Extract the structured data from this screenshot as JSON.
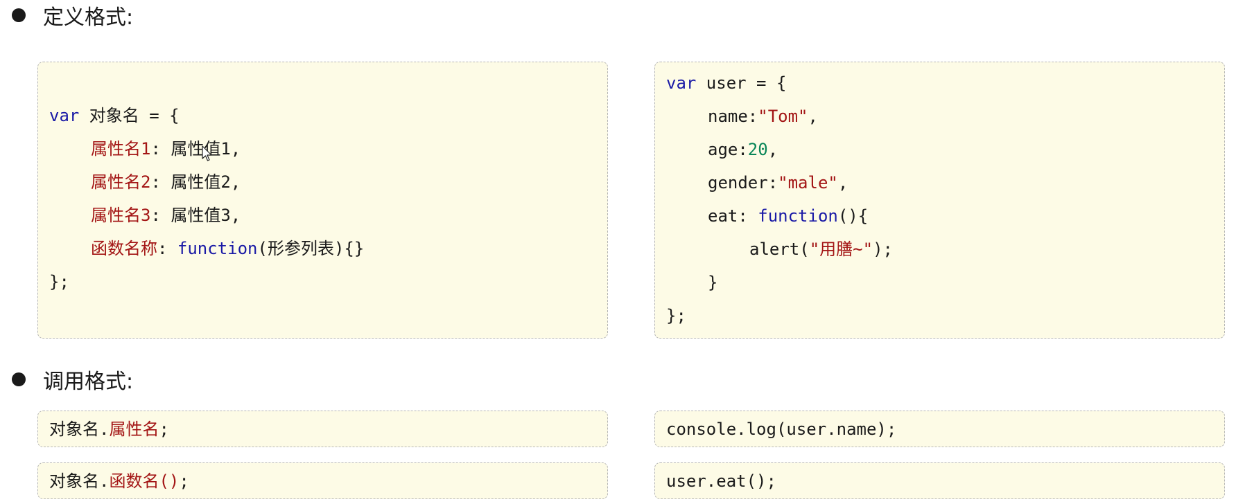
{
  "sections": {
    "definition": {
      "heading": "定义格式:"
    },
    "call": {
      "heading": "调用格式:"
    }
  },
  "template_block": {
    "lines": [
      {
        "kw": "var",
        "rest": " 对象名 = {"
      },
      {
        "attr": "属性名1",
        "rest": ": 属性值1,"
      },
      {
        "attr": "属性名2",
        "rest": ": 属性值2,"
      },
      {
        "attr": "属性名3",
        "rest": ": 属性值3,"
      },
      {
        "attr": "函数名称",
        "sep": ": ",
        "kw": "function",
        "rest": "(形参列表){}"
      },
      {
        "rest": "};"
      }
    ]
  },
  "example_block": {
    "l1": {
      "kw": "var",
      "rest": " user = {"
    },
    "l2": {
      "key": "name:",
      "val": "\"Tom\"",
      "tail": ","
    },
    "l3": {
      "key": "age:",
      "val": "20",
      "tail": ","
    },
    "l4": {
      "key": "gender:",
      "val": "\"male\"",
      "tail": ","
    },
    "l5": {
      "key": "eat: ",
      "kw": "function",
      "tail": "(){"
    },
    "l6": {
      "pre": "alert(",
      "val": "\"用膳~\"",
      "tail": ");"
    },
    "l7": {
      "text": "}"
    },
    "l8": {
      "text": "};"
    }
  },
  "call_blocks": {
    "prop_template": {
      "obj": "对象名.",
      "member": "属性名",
      "tail": ";"
    },
    "method_template": {
      "obj": "对象名.",
      "member": "函数名()",
      "tail": ";"
    },
    "prop_example": {
      "text": "console.log(user.name);"
    },
    "method_example": {
      "text": "user.eat();"
    }
  },
  "colors": {
    "keyword": "#1a1aa6",
    "attribute": "#a31515",
    "string": "#a31515",
    "number": "#098658",
    "box_background": "#fdfbe6",
    "box_border": "#b5b5b5"
  }
}
